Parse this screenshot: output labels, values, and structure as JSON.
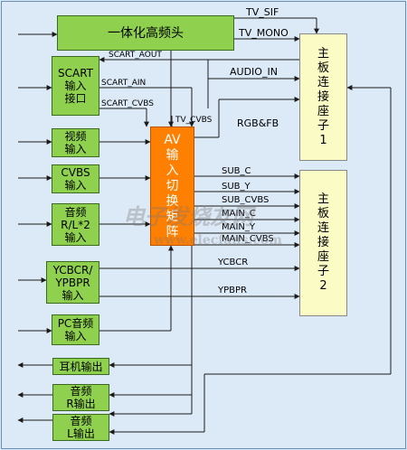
{
  "blocks": {
    "tuner": "一体化高频头",
    "scart": "SCART\n输入\n接口",
    "video_in": "视频\n输入",
    "cvbs_in": "CVBS\n输入",
    "audio_in": "音频\nR/L*2\n输入",
    "ycbcr_in": "YCBCR/\nYPBPR\n输入",
    "pc_audio_in": "PC音频\n输入",
    "earphone_out": "耳机输出",
    "audio_r_out": "音频\nR输出",
    "audio_l_out": "音频\nL输出",
    "av_matrix": "AV\n输\n入\n切\n换\n矩\n阵",
    "connector_1": "主\n板\n连\n接\n座\n子\n1",
    "connector_2": "主\n板\n连\n接\n座\n子\n2"
  },
  "signals": {
    "tv_sif": "TV_SIF",
    "tv_mono": "TV_MONO",
    "scart_aout": "SCART_AOUT",
    "scart_ain": "SCART_AIN",
    "scart_cvbs": "SCART_CVBS",
    "tv_cvbs": "TV_CVBS",
    "audio_in": "AUDIO_IN",
    "rgb_fb": "RGB&FB",
    "sub_c": "SUB_C",
    "sub_y": "SUB_Y",
    "sub_cvbs": "SUB_CVBS",
    "main_c": "MAIN_C",
    "main_y": "MAIN_Y",
    "main_cvbs": "MAIN_CVBS",
    "ycbcr": "YCBCR",
    "ypbpr": "YPBPR"
  },
  "watermark": {
    "cn": "电子发烧友网",
    "url": "www.elecfans.com"
  },
  "colors": {
    "background": "#dce9f6",
    "input_block": "#8fd14f",
    "matrix_block": "#ff7f00",
    "connector_block": "#fbfbc5",
    "line": "#1a1a1a"
  }
}
